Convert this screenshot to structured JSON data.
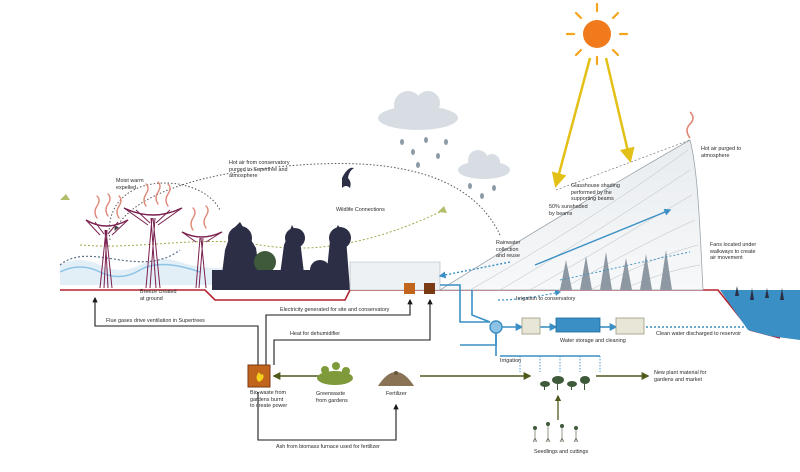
{
  "title": "Gardens by the Bay - Supertree and Conservatory Environmental Systems",
  "colors": {
    "sun": "#f07a1c",
    "sun_rays": "#f4a51c",
    "cloud": "#d7dde2",
    "rain": "#8d9ba6",
    "supertree": "#7a1f4f",
    "ground_line": "#b3222d",
    "water": "#3a8fc4",
    "water_light": "#8dc4e6",
    "dark_arrow": "#1a1a1a",
    "green_arrow": "#4d5a1c",
    "yellow_arrow": "#e3c017",
    "flue": "#e08a7a",
    "foliage": "#2b2e45",
    "furnace": "#c0651b"
  },
  "labels": {
    "moist_air": "Moist warm\nexpelled",
    "hot_air_conservatory": "Hot air from conservatory\npurged to Supertree and\natmosphere",
    "wildlife": "Wildlife Connections",
    "glasshouse_shading": "Glasshouse shading\nperformed by the\nsupporting beams",
    "sunshaded": "50% sunshaded\nby beams",
    "hot_air_purged": "Hot air purged to\natmosphere",
    "rainwater": "Rainwater\ncollection\nand reuse",
    "fans": "Fans located under\nwalkways to create\nair movement",
    "breeze": "Breeze created\nat ground",
    "irrigation_conservatory": "Irrigation to conservatory",
    "electricity": "Electricity generated for site and conservatory",
    "flue_gases": "Flue gases drive ventilation in Supertrees",
    "heat": "Heat for dehumidifier",
    "water_storage": "Water storage and cleaning",
    "clean_water": "Clean water discharged to reservoir",
    "irrigation": "Irrigation",
    "biowaste": "Bio-waste from\ngardens burnt\nto create power",
    "greenwaste": "Greenwaste\nfrom gardens",
    "fertilizer": "Fertilizer",
    "new_plant": "New plant material for\ngardens and market",
    "ash": "Ash from biomass furnace used for fertilizer",
    "seedlings": "Seedlings and cuttings"
  }
}
